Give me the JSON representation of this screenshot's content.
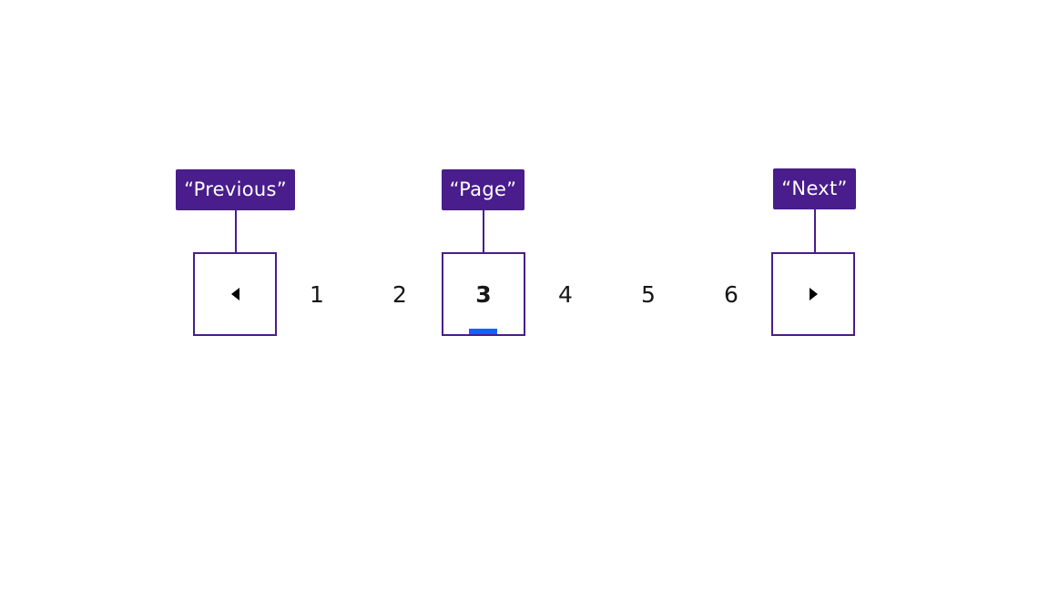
{
  "callouts": {
    "previous": "“Previous”",
    "page": "“Page”",
    "next": "“Next”"
  },
  "pagination": {
    "pages": [
      "1",
      "2",
      "3",
      "4",
      "5",
      "6"
    ],
    "current_page": "3",
    "prev_icon": "caret-left-icon",
    "next_icon": "caret-right-icon"
  },
  "colors": {
    "callout_bg": "#491d8b",
    "border": "#491d8b",
    "active_indicator": "#0f62fe",
    "text": "#161616"
  }
}
